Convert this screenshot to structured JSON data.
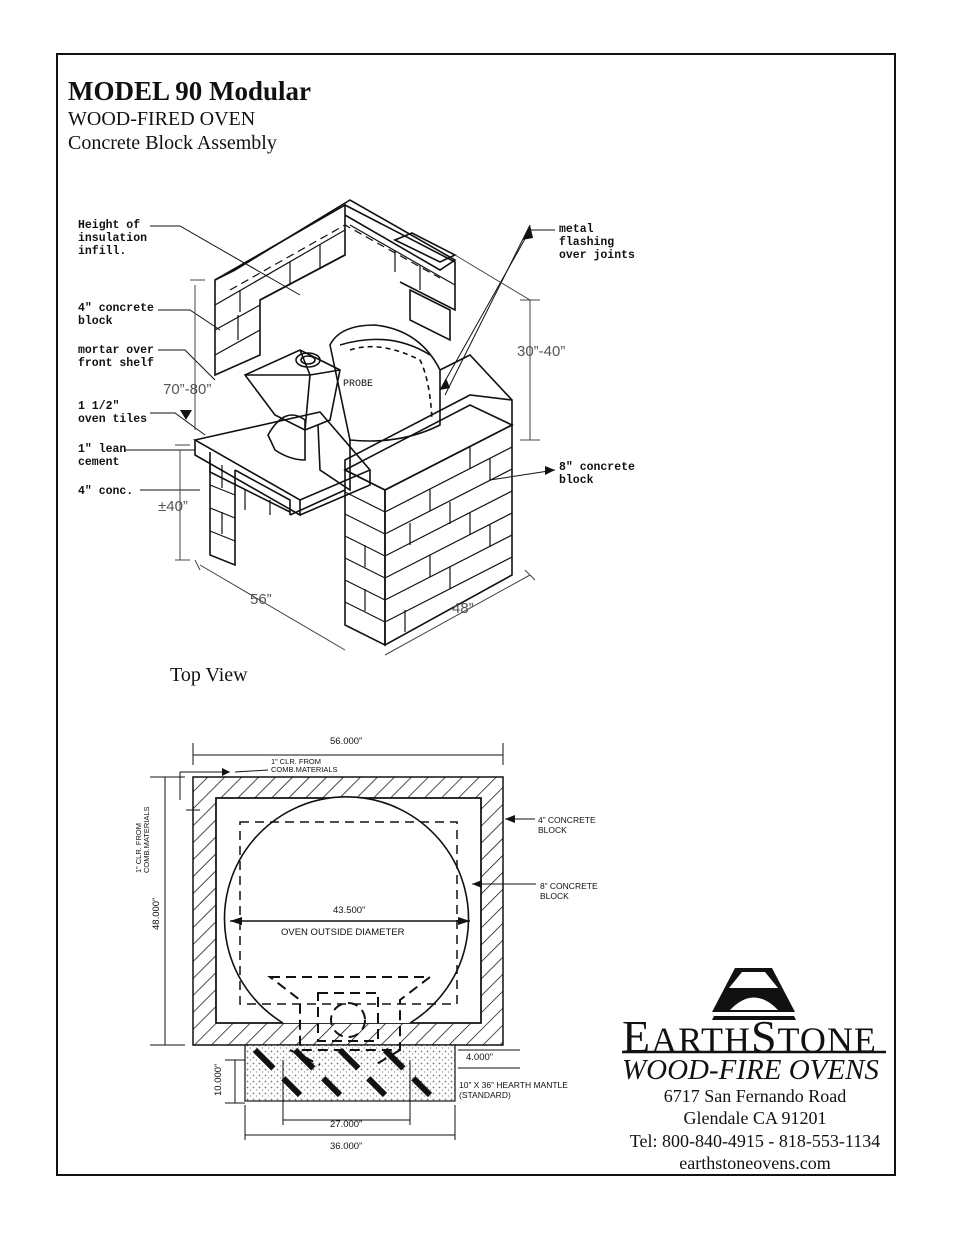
{
  "header": {
    "title": "MODEL 90 Modular",
    "subtitle1": "WOOD-FIRED OVEN",
    "subtitle2": "Concrete Block Assembly"
  },
  "iso_labels": {
    "insulation": "Height of\ninsulation\ninfill.",
    "concrete_block_4": "4\" concrete\nblock",
    "mortar": "mortar over\nfront shelf",
    "tiles": "1 1/2\"\noven tiles",
    "lean_cement": "1\" lean\ncement",
    "conc_4": "4\" conc.",
    "flashing": "metal\nflashing\nover joints",
    "concrete_block_8": "8\" concrete\nblock",
    "probe": "PROBE"
  },
  "iso_dims": {
    "height_total": "70”-80”",
    "height_top": "30”-40”",
    "height_base": "±40”",
    "width": "56”",
    "depth": "48”"
  },
  "top_view": {
    "title": "Top View",
    "width": "56.000”",
    "clr_top": "1” CLR. FROM\nCOMB.MATERIALS",
    "clr_side": "1” CLR. FROM\nCOMB.MATERIALS",
    "depth": "48.000”",
    "diameter": "43.500”",
    "diameter_label": "OVEN OUTSIDE DIAMETER",
    "block_4": "4” CONCRETE\nBLOCK",
    "block_8": "8” CONCRETE\nBLOCK",
    "mantle_depth": "4.000”",
    "mantle_label": "10” X 36” HEARTH MANTLE\n(STANDARD)",
    "mantle_height": "10.000”",
    "opening": "27.000”",
    "mantle_width": "36.000”"
  },
  "brand": {
    "name_cap1": "E",
    "name_rest1": "ARTH",
    "name_cap2": "S",
    "name_rest2": "TONE",
    "tagline": "WOOD-FIRE OVENS",
    "address1": "6717 San Fernando Road",
    "address2": "Glendale  CA  91201",
    "phone": "Tel:  800-840-4915 - 818-553-1134",
    "web": "earthstoneovens.com"
  }
}
